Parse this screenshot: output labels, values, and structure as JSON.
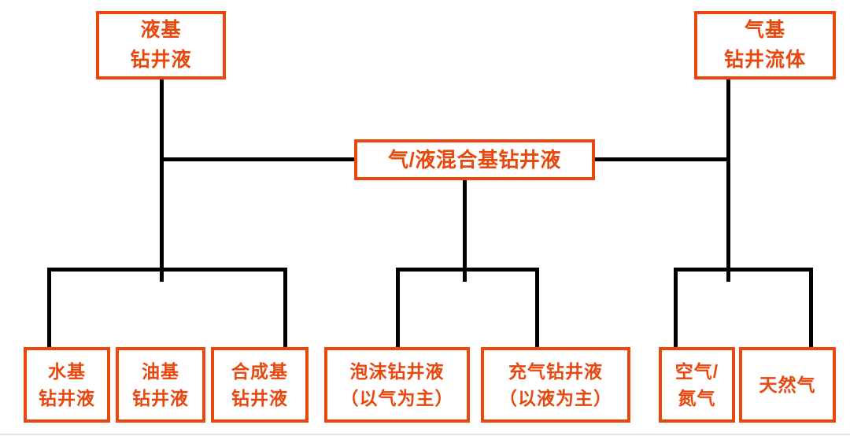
{
  "diagram": {
    "type": "tree",
    "colors": {
      "node_border": "#e8480e",
      "node_text": "#e8480e",
      "connector": "#000000",
      "background": "#ffffff"
    },
    "nodes": {
      "liquid_base": "液基\n钻井液",
      "gas_base": "气基\n钻井流体",
      "gas_liquid_mixed": "气/液混合基钻井液",
      "water_base": "水基\n钻井液",
      "oil_base": "油基\n钻井液",
      "synthetic_base": "合成基\n钻井液",
      "foam": "泡沫钻井液\n（以气为主）",
      "aerated": "充气钻井液\n（以液为主）",
      "air_nitrogen": "空气/\n氮气",
      "natural_gas": "天然气"
    },
    "edges": [
      {
        "from": "liquid_base",
        "to": "water_base"
      },
      {
        "from": "liquid_base",
        "to": "oil_base"
      },
      {
        "from": "liquid_base",
        "to": "synthetic_base"
      },
      {
        "from": "gas_liquid_mixed",
        "to": "foam"
      },
      {
        "from": "gas_liquid_mixed",
        "to": "aerated"
      },
      {
        "from": "gas_base",
        "to": "air_nitrogen"
      },
      {
        "from": "gas_base",
        "to": "natural_gas"
      },
      {
        "from": "liquid_base",
        "to": "gas_liquid_mixed"
      },
      {
        "from": "gas_base",
        "to": "gas_liquid_mixed"
      }
    ]
  }
}
